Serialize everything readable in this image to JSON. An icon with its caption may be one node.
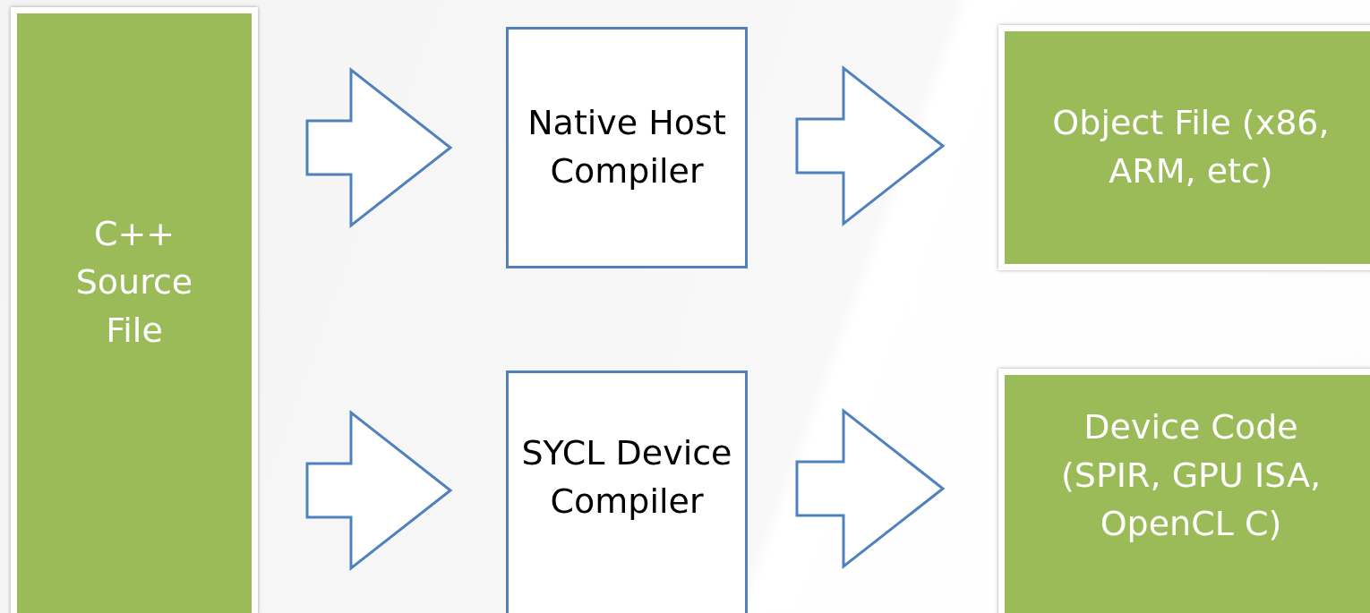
{
  "diagram": {
    "nodes": [
      {
        "text": [
          "C++ Source File"
        ]
      },
      {
        "text": [
          "Native Host Compiler"
        ]
      },
      {
        "text": [
          "SYCL Device Compiler"
        ]
      },
      {
        "text": [
          "Object File (x86, ARM, etc)"
        ]
      },
      {
        "text": [
          "Device Code (SPIR, GPU ISA, OpenCL C)"
        ]
      }
    ],
    "edges": [
      {
        "from": 0,
        "to": 1,
        "arrow": "to"
      },
      {
        "from": 1,
        "to": 3,
        "arrow": "to"
      },
      {
        "from": 0,
        "to": 2,
        "arrow": "to"
      },
      {
        "from": 2,
        "to": 4,
        "arrow": "to"
      }
    ]
  }
}
